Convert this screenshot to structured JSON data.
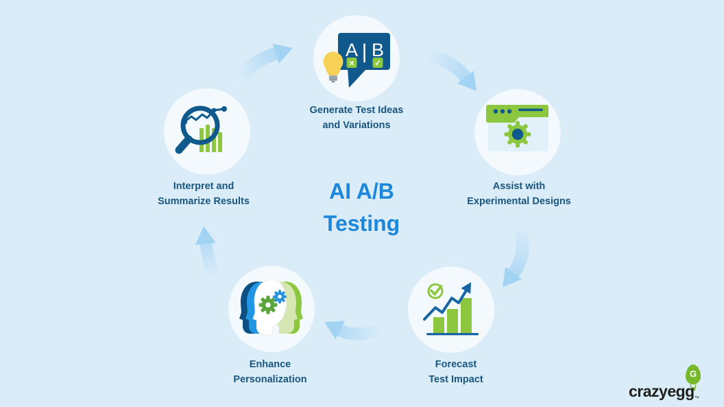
{
  "title": {
    "line1": "AI A/B",
    "line2": "Testing",
    "color": "#1d87dc"
  },
  "steps": {
    "generate": {
      "line1": "Generate Test Ideas",
      "line2": "and Variations"
    },
    "assist": {
      "line1": "Assist with",
      "line2": "Experimental Designs"
    },
    "forecast": {
      "line1": "Forecast",
      "line2": "Test Impact"
    },
    "enhance": {
      "line1": "Enhance",
      "line2": "Personalization"
    },
    "interpret": {
      "line1": "Interpret and",
      "line2": "Summarize Results"
    }
  },
  "icons": {
    "ab_bubble": {
      "letter_a": "A",
      "divider": "|",
      "letter_b": "B",
      "cross": "×",
      "check": "✓"
    }
  },
  "logo": {
    "text": "crazyegg",
    "trademark": "™",
    "egg_letter": "G"
  },
  "colors": {
    "background": "#d9ecf8",
    "circle_bg": "#f3f9fd",
    "navy": "#10598c",
    "label_text": "#19567f",
    "title_blue": "#1d87dc",
    "green": "#8dc63f",
    "pale_green": "#d6e7b4",
    "bright_blue": "#2a93dd",
    "yellow": "#f7d156",
    "arrow_blue": "#a3d3f3",
    "egg_green": "#77b82a"
  }
}
